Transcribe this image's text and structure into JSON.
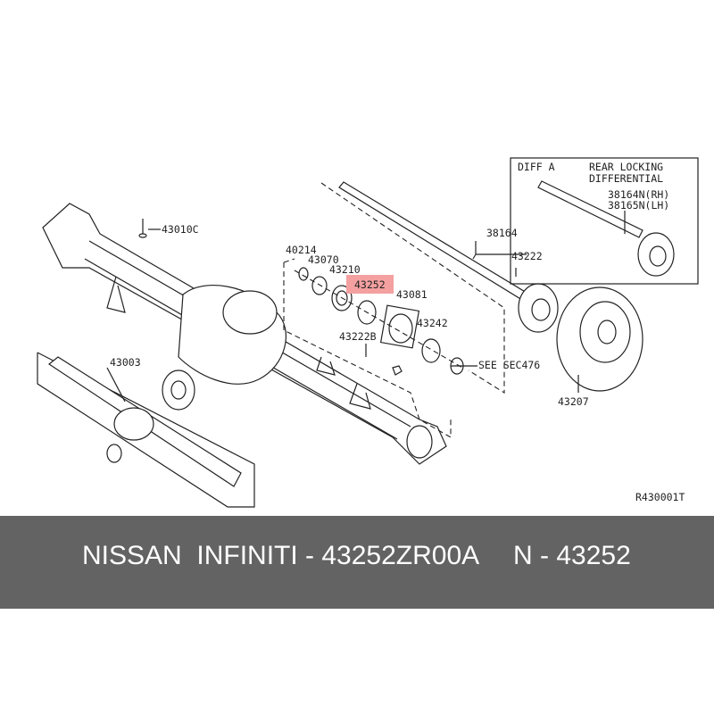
{
  "diagram": {
    "labels": {
      "l43010C": "43010C",
      "l40214": "40214",
      "l43070": "43070",
      "l43210": "43210",
      "l43252": "43252",
      "l43081": "43081",
      "l43242": "43242",
      "l43222B": "43222B",
      "lSee": "SEE SEC476",
      "l38164": "38164",
      "l43222": "43222",
      "l43207": "43207",
      "l43003": "43003",
      "ref": "R430001T"
    },
    "inset": {
      "title": "DIFF A",
      "line1": "REAR LOCKING",
      "line2": "DIFFERENTIAL",
      "part1": "38164N(RH)",
      "part2": "38165N(LH)"
    },
    "highlight_color": "#f4a0a0"
  },
  "caption": {
    "brand": "NISSAN  INFINITI - 43252ZR00A",
    "part": "N - 43252",
    "band_color": "#636363"
  }
}
